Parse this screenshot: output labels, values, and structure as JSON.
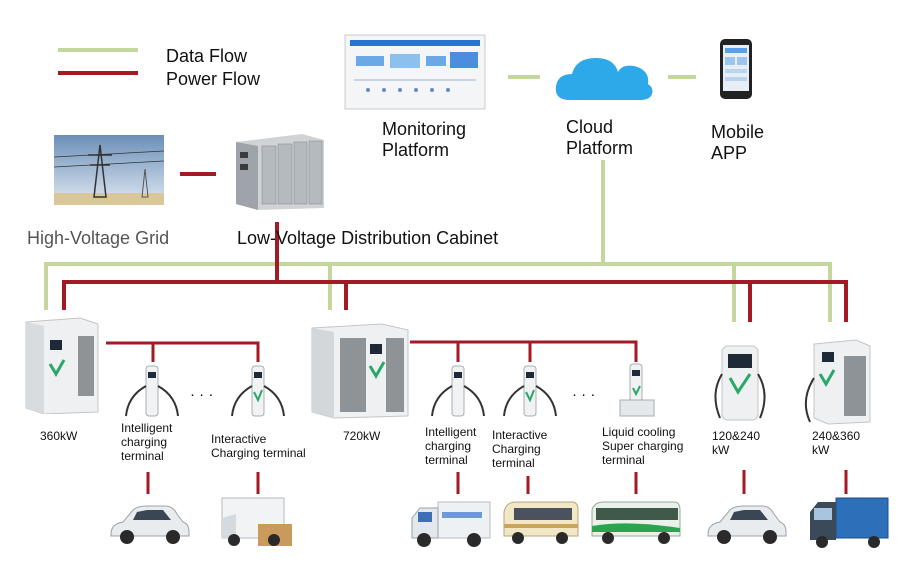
{
  "legend": {
    "data_flow": "Data Flow",
    "power_flow": "Power Flow",
    "data_color": "#c3d69b",
    "power_color": "#a31a24"
  },
  "nodes": {
    "monitoring": "Monitoring\nPlatform",
    "cloud": "Cloud\nPlatform",
    "mobile": "Mobile\nAPP",
    "grid": "High-Voltage Grid",
    "cabinet": "Low-Voltage Distribution Cabinet"
  },
  "chargers": {
    "c360": "360kW",
    "c720": "720kW",
    "c120": "120&240\nkW",
    "c240": "240&360\nkW"
  },
  "terminals": {
    "t1": "Intelligent\ncharging\nterminal",
    "t2": "Interactive\nCharging terminal",
    "t3": "Intelligent\ncharging\nterminal",
    "t4": "Interactive\nCharging\nterminal",
    "t5": "Liquid cooling\nSuper charging\nterminal",
    "ellipsis": "· · ·"
  },
  "vehicles": [
    "sedan",
    "van",
    "light-truck",
    "minibus",
    "coach-bus",
    "sedan",
    "box-truck"
  ]
}
